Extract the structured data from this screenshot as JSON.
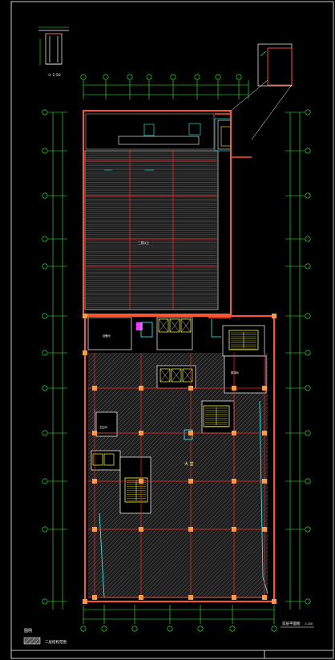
{
  "drawing": {
    "legend_title": "图例",
    "legend_text": "二层结构范围",
    "plan_title": "首层平面图",
    "plan_scale": "1:150",
    "detail_caption": "①  1:50",
    "large_room_label": "二层以上",
    "big_hall_label": "大 堂",
    "room_labels": [
      "设备间",
      "楼梯间",
      "卫生间"
    ],
    "colors": {
      "background": "#000000",
      "frame": "#ffffff",
      "dimension": "#33ff33",
      "wall": "#ff5533",
      "column": "#ff9944",
      "hatch": "#888888",
      "cyan": "#33ffff",
      "magenta": "#ff33ff",
      "yellow": "#ffff33",
      "grid_axis": "#ff2222"
    }
  }
}
